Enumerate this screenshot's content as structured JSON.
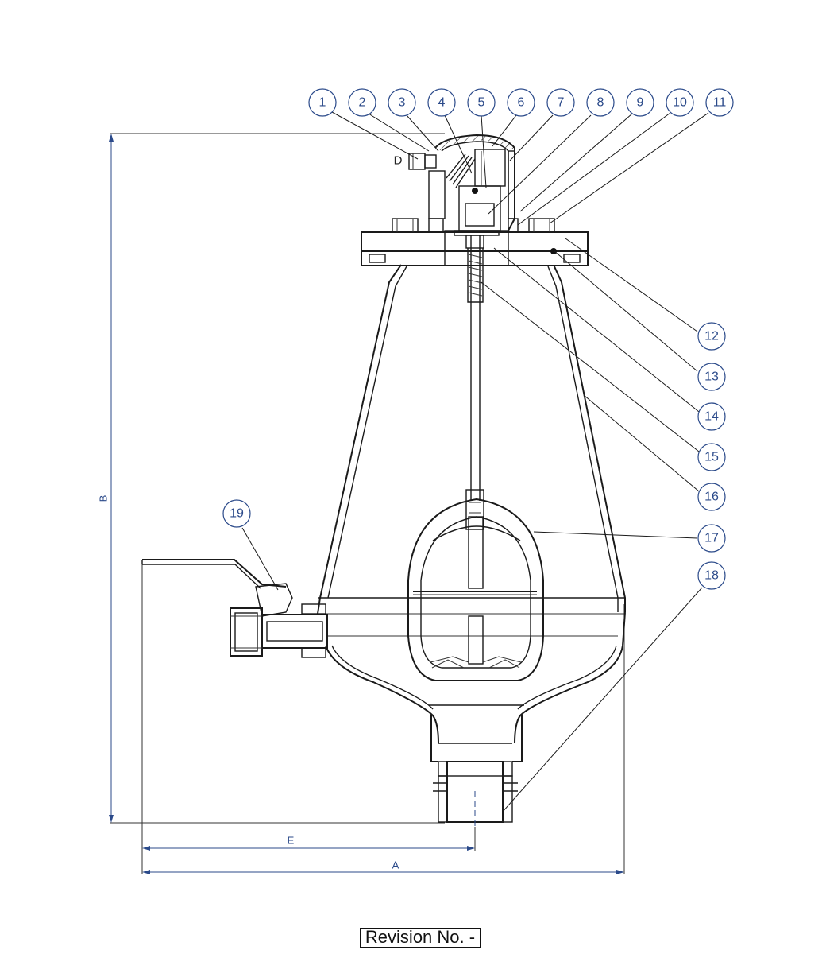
{
  "balloons": [
    "1",
    "2",
    "3",
    "4",
    "5",
    "6",
    "7",
    "8",
    "9",
    "10",
    "11",
    "12",
    "13",
    "14",
    "15",
    "16",
    "17",
    "18",
    "19"
  ],
  "dimensions": {
    "height_label": "B",
    "width_label": "A",
    "offset_label": "E",
    "detail_label": "D"
  },
  "revision_label": "Revision No. -"
}
